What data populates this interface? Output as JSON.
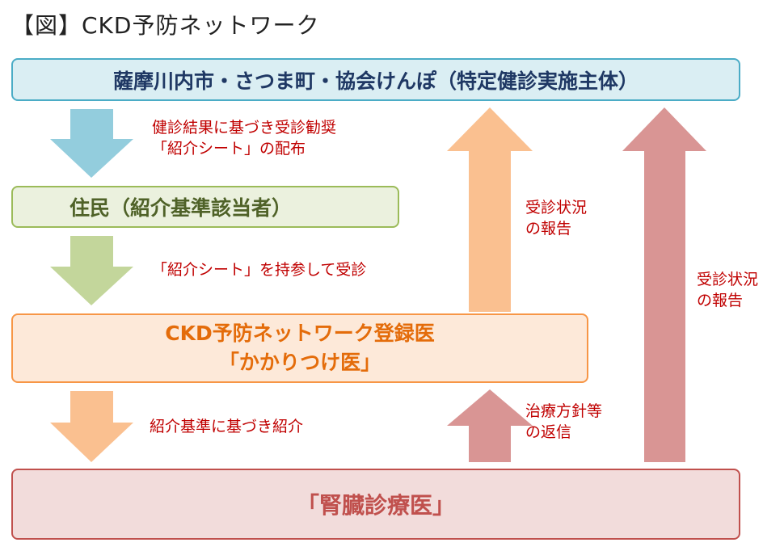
{
  "title": "【図】CKD予防ネットワーク",
  "boxes": {
    "top": "薩摩川内市・さつま町・協会けんぽ（特定健診実施主体）",
    "resident": "住民（紹介基準該当者）",
    "clinic_line1": "CKD予防ネットワーク登録医",
    "clinic_line2": "「かかりつけ医」",
    "kidney": "「腎臓診療医」"
  },
  "labels": {
    "checkup_line1": "健診結果に基づき受診勧奨",
    "checkup_line2": "「紹介シート」の配布",
    "bring_sheet": "「紹介シート」を持参して受診",
    "referral": "紹介基準に基づき紹介",
    "report1_line1": "受診状況",
    "report1_line2": "の報告",
    "report2_line1": "受診状況",
    "report2_line2": "の報告",
    "reply_line1": "治療方針等",
    "reply_line2": "の返信"
  },
  "colors": {
    "blue_arrow": "#93cddd",
    "green_arrow": "#c3d69b",
    "orange_arrow": "#fac090",
    "red_arrow": "#d99594"
  }
}
